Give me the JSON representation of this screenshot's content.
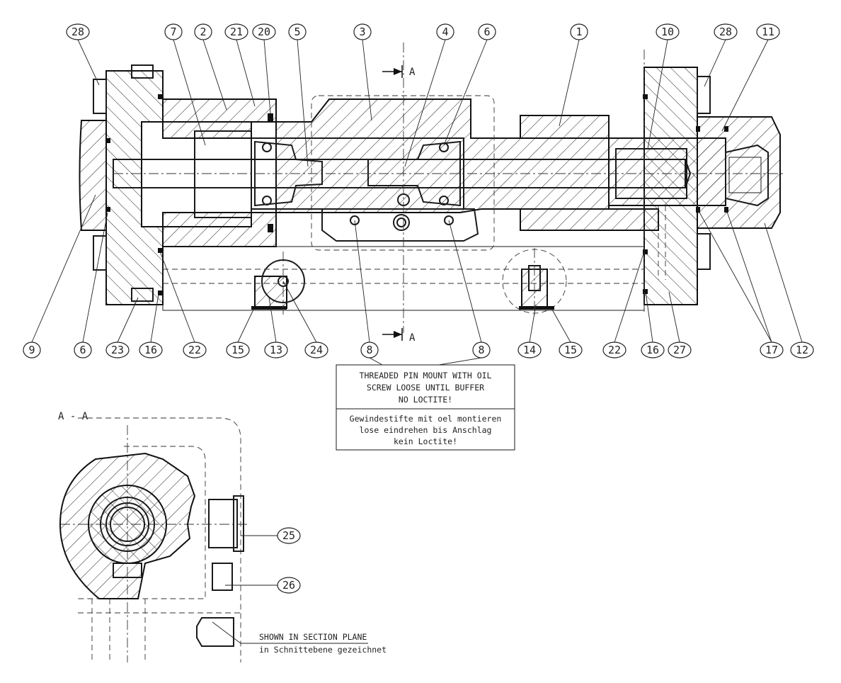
{
  "drawing": {
    "balloons_top": [
      "28",
      "7",
      "2",
      "21",
      "20",
      "5",
      "3",
      "4",
      "6",
      "1",
      "10",
      "28",
      "11"
    ],
    "balloons_bottom": [
      "9",
      "6",
      "23",
      "16",
      "22",
      "15",
      "13",
      "24",
      "8",
      "8",
      "14",
      "15",
      "22",
      "16",
      "27",
      "17",
      "12"
    ],
    "balloons_section": [
      "25",
      "26"
    ],
    "section_marker_letter": "A",
    "section_view_title": "A - A",
    "note_box": {
      "english_line1": "THREADED PIN MOUNT WITH OIL",
      "english_line2": "SCREW LOOSE UNTIL BUFFER",
      "english_line3": "NO LOCTITE!",
      "german_line1": "Gewindestifte mit oel montieren",
      "german_line2": "lose eindrehen bis Anschlag",
      "german_line3": "kein Loctite!"
    },
    "section_note": {
      "english": "SHOWN IN SECTION PLANE",
      "german": "in Schnittebene gezeichnet"
    }
  }
}
